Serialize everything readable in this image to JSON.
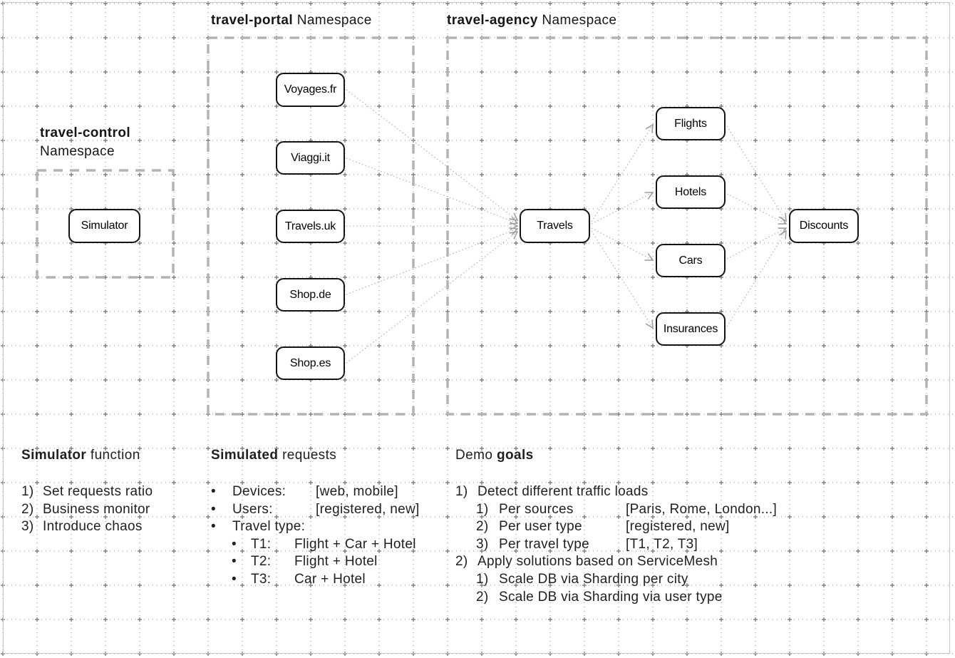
{
  "colors": {
    "grid_dots": "#8c8c8c",
    "grid_cross": "#6f6f6f",
    "namespace_dash": "#b3b3b3",
    "edge_line": "#ababab",
    "node_border": "#141414",
    "text": "#1f1f1f",
    "page_border": "#c5c5c5"
  },
  "namespaces": {
    "control": {
      "bold": "travel-control",
      "rest": "Namespace"
    },
    "portal": {
      "bold": "travel-portal",
      "rest": " Namespace"
    },
    "agency": {
      "bold": "travel-agency",
      "rest": " Namespace"
    }
  },
  "nodes": {
    "simulator": "Simulator",
    "voyages": "Voyages.fr",
    "viaggi": "Viaggi.it",
    "travelsuk": "Travels.uk",
    "shopde": "Shop.de",
    "shopes": "Shop.es",
    "travels": "Travels",
    "flights": "Flights",
    "hotels": "Hotels",
    "cars": "Cars",
    "insurances": "Insurances",
    "discounts": "Discounts"
  },
  "sections": {
    "simulator_function": {
      "title_bold": "Simulator",
      "title_rest": " function",
      "items": [
        {
          "num": "1)",
          "text": "Set requests ratio"
        },
        {
          "num": "2)",
          "text": "Business monitor"
        },
        {
          "num": "3)",
          "text": "Introduce chaos"
        }
      ]
    },
    "simulated_requests": {
      "title_bold": "Simulated",
      "title_rest": " requests",
      "items": [
        {
          "bullet": "•",
          "label": "Devices:",
          "value": "[web, mobile]"
        },
        {
          "bullet": "•",
          "label": "Users:",
          "value": "[registered, new]"
        },
        {
          "bullet": "•",
          "label": "Travel type:",
          "value": ""
        }
      ],
      "subitems": [
        {
          "bullet": "•",
          "label": "T1:",
          "value": "Flight + Car + Hotel"
        },
        {
          "bullet": "•",
          "label": "T2:",
          "value": "Flight + Hotel"
        },
        {
          "bullet": "•",
          "label": "T3:",
          "value": "Car + Hotel"
        }
      ]
    },
    "demo_goals": {
      "title_regular": "Demo ",
      "title_bold": "goals",
      "rows": [
        {
          "num": "1)",
          "text": "Detect different traffic loads",
          "value": ""
        },
        {
          "num": "1)",
          "text": "Per sources",
          "value": "[Paris, Rome, London...]"
        },
        {
          "num": "2)",
          "text": "Per user type",
          "value": "[registered, new]"
        },
        {
          "num": "3)",
          "text": "Per travel type",
          "value": "[T1, T2, T3]"
        },
        {
          "num": "2)",
          "text": "Apply solutions based on ServiceMesh",
          "value": ""
        },
        {
          "num": "1)",
          "text": "Scale DB via Sharding per city",
          "value": ""
        },
        {
          "num": "2)",
          "text": "Scale DB via Sharding via user type",
          "value": ""
        }
      ]
    }
  }
}
